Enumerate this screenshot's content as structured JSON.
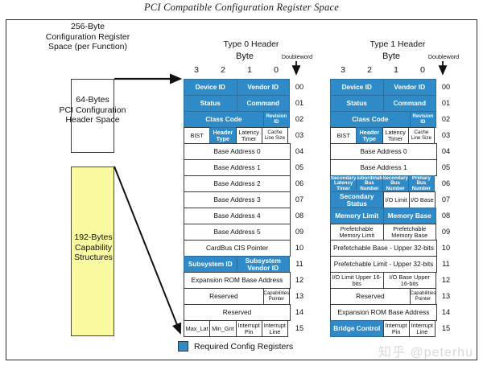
{
  "title": "PCI Compatible Configuration Register Space",
  "left_panel": {
    "caption": "256-Byte\nConfiguration Register\nSpace (per Function)",
    "header_block_label": "64-Bytes\nPCI Configuration\nHeader Space",
    "capability_block_label": "192-Bytes\nCapability\nStructures"
  },
  "legend": {
    "label": "Required Config Registers",
    "swatch_color": "#2e8bc8"
  },
  "watermark": "知乎 @peterhu",
  "colors": {
    "required_blue": "#2e8bc8",
    "capability_yellow": "#fafaa0",
    "border": "#3a3a3a"
  },
  "column_headers": {
    "byte_label": "Byte",
    "doubleword_label": "Doubleword",
    "byte_numbers": [
      "3",
      "2",
      "1",
      "0"
    ]
  },
  "doubleword_numbers": [
    "00",
    "01",
    "02",
    "03",
    "04",
    "05",
    "06",
    "07",
    "08",
    "09",
    "10",
    "11",
    "12",
    "13",
    "14",
    "15"
  ],
  "type0": {
    "title": "Type 0 Header",
    "rows": [
      {
        "dw": "00",
        "cells": [
          {
            "label": "Device ID",
            "w": "w1_2",
            "blue": true
          },
          {
            "label": "Vendor ID",
            "w": "w1_2",
            "blue": true
          }
        ]
      },
      {
        "dw": "01",
        "cells": [
          {
            "label": "Status",
            "w": "w1_2",
            "blue": true
          },
          {
            "label": "Command",
            "w": "w1_2",
            "blue": true
          }
        ]
      },
      {
        "dw": "02",
        "cells": [
          {
            "label": "Class Code",
            "w": "w3_4",
            "blue": true
          },
          {
            "label": "Revision ID",
            "w": "w1_4",
            "blue": true,
            "size": "tiny"
          }
        ]
      },
      {
        "dw": "03",
        "cells": [
          {
            "label": "BIST",
            "w": "w1_4",
            "blue": false,
            "size": "small"
          },
          {
            "label": "Header Type",
            "w": "w1_4",
            "blue": true,
            "size": "small"
          },
          {
            "label": "Latency Timer",
            "w": "w1_4",
            "blue": false,
            "size": "small"
          },
          {
            "label": "Cache Line Size",
            "w": "w1_4",
            "blue": false,
            "size": "tiny"
          }
        ]
      },
      {
        "dw": "04",
        "cells": [
          {
            "label": "Base Address 0",
            "w": "w1",
            "blue": false
          }
        ]
      },
      {
        "dw": "05",
        "cells": [
          {
            "label": "Base Address 1",
            "w": "w1",
            "blue": false
          }
        ]
      },
      {
        "dw": "06",
        "cells": [
          {
            "label": "Base Address 2",
            "w": "w1",
            "blue": false
          }
        ]
      },
      {
        "dw": "07",
        "cells": [
          {
            "label": "Base Address 3",
            "w": "w1",
            "blue": false
          }
        ]
      },
      {
        "dw": "08",
        "cells": [
          {
            "label": "Base Address 4",
            "w": "w1",
            "blue": false
          }
        ]
      },
      {
        "dw": "09",
        "cells": [
          {
            "label": "Base Address 5",
            "w": "w1",
            "blue": false
          }
        ]
      },
      {
        "dw": "10",
        "cells": [
          {
            "label": "CardBus CIS Pointer",
            "w": "w1",
            "blue": false
          }
        ]
      },
      {
        "dw": "11",
        "cells": [
          {
            "label": "Subsystem ID",
            "w": "w1_2",
            "blue": true
          },
          {
            "label": "Subsystem Vendor ID",
            "w": "w1_2",
            "blue": true
          }
        ]
      },
      {
        "dw": "12",
        "cells": [
          {
            "label": "Expansion ROM Base Address",
            "w": "w1",
            "blue": false
          }
        ]
      },
      {
        "dw": "13",
        "cells": [
          {
            "label": "Reserved",
            "w": "w3_4",
            "blue": false
          },
          {
            "label": "Capabilities Pointer",
            "w": "w1_4",
            "blue": false,
            "size": "tiny"
          }
        ]
      },
      {
        "dw": "14",
        "cells": [
          {
            "label": "Reserved",
            "w": "w1",
            "blue": false
          }
        ]
      },
      {
        "dw": "15",
        "cells": [
          {
            "label": "Max_Lat",
            "w": "w1_4",
            "blue": false,
            "size": "small"
          },
          {
            "label": "Min_Gnt",
            "w": "w1_4",
            "blue": false,
            "size": "small"
          },
          {
            "label": "Interrupt Pin",
            "w": "w1_4",
            "blue": false,
            "size": "small"
          },
          {
            "label": "Interrupt Line",
            "w": "w1_4",
            "blue": false,
            "size": "small"
          }
        ]
      }
    ]
  },
  "type1": {
    "title": "Type 1 Header",
    "rows": [
      {
        "dw": "00",
        "cells": [
          {
            "label": "Device ID",
            "w": "w1_2",
            "blue": true
          },
          {
            "label": "Vendor ID",
            "w": "w1_2",
            "blue": true
          }
        ]
      },
      {
        "dw": "01",
        "cells": [
          {
            "label": "Status",
            "w": "w1_2",
            "blue": true
          },
          {
            "label": "Command",
            "w": "w1_2",
            "blue": true
          }
        ]
      },
      {
        "dw": "02",
        "cells": [
          {
            "label": "Class Code",
            "w": "w3_4",
            "blue": true
          },
          {
            "label": "Revision ID",
            "w": "w1_4",
            "blue": true,
            "size": "tiny"
          }
        ]
      },
      {
        "dw": "03",
        "cells": [
          {
            "label": "BIST",
            "w": "w1_4",
            "blue": false,
            "size": "small"
          },
          {
            "label": "Header Type",
            "w": "w1_4",
            "blue": true,
            "size": "small"
          },
          {
            "label": "Latency Timer",
            "w": "w1_4",
            "blue": false,
            "size": "small"
          },
          {
            "label": "Cache Line Size",
            "w": "w1_4",
            "blue": false,
            "size": "tiny"
          }
        ]
      },
      {
        "dw": "04",
        "cells": [
          {
            "label": "Base Address 0",
            "w": "w1",
            "blue": false
          }
        ]
      },
      {
        "dw": "05",
        "cells": [
          {
            "label": "Base Address 1",
            "w": "w1",
            "blue": false
          }
        ]
      },
      {
        "dw": "06",
        "cells": [
          {
            "label": "Secondary Latency Timer",
            "w": "w1_4",
            "blue": true,
            "size": "tiny"
          },
          {
            "label": "Subordinate Bus Number",
            "w": "w1_4",
            "blue": true,
            "size": "tiny"
          },
          {
            "label": "Secondary Bus Number",
            "w": "w1_4",
            "blue": true,
            "size": "tiny"
          },
          {
            "label": "Primary Bus Number",
            "w": "w1_4",
            "blue": true,
            "size": "tiny"
          }
        ]
      },
      {
        "dw": "07",
        "cells": [
          {
            "label": "Secondary Status",
            "w": "w1_2",
            "blue": true
          },
          {
            "label": "I/O Limit",
            "w": "w1_4",
            "blue": false,
            "size": "small"
          },
          {
            "label": "I/O Base",
            "w": "w1_4",
            "blue": false,
            "size": "small"
          }
        ]
      },
      {
        "dw": "08",
        "cells": [
          {
            "label": "Memory Limit",
            "w": "w1_2",
            "blue": true
          },
          {
            "label": "Memory Base",
            "w": "w1_2",
            "blue": true
          }
        ]
      },
      {
        "dw": "09",
        "cells": [
          {
            "label": "Prefetchable Memory Limit",
            "w": "w1_2",
            "blue": false,
            "size": "small"
          },
          {
            "label": "Prefetchable Memory Base",
            "w": "w1_2",
            "blue": false,
            "size": "small"
          }
        ]
      },
      {
        "dw": "10",
        "cells": [
          {
            "label": "Prefetchable Base - Upper 32-bits",
            "w": "w1",
            "blue": false
          }
        ]
      },
      {
        "dw": "11",
        "cells": [
          {
            "label": "Prefetchable Limit - Upper 32-bits",
            "w": "w1",
            "blue": false
          }
        ]
      },
      {
        "dw": "12",
        "cells": [
          {
            "label": "I/O Limit Upper 16-bits",
            "w": "w1_2",
            "blue": false,
            "size": "small"
          },
          {
            "label": "I/O Base Upper 16-bits",
            "w": "w1_2",
            "blue": false,
            "size": "small"
          }
        ]
      },
      {
        "dw": "13",
        "cells": [
          {
            "label": "Reserved",
            "w": "w3_4",
            "blue": false
          },
          {
            "label": "Capabilities Pointer",
            "w": "w1_4",
            "blue": false,
            "size": "tiny"
          }
        ]
      },
      {
        "dw": "14",
        "cells": [
          {
            "label": "Expansion ROM Base Address",
            "w": "w1",
            "blue": false
          }
        ]
      },
      {
        "dw": "15",
        "cells": [
          {
            "label": "Bridge Control",
            "w": "w1_2",
            "blue": true
          },
          {
            "label": "Interrupt Pin",
            "w": "w1_4",
            "blue": false,
            "size": "small"
          },
          {
            "label": "Interrupt Line",
            "w": "w1_4",
            "blue": false,
            "size": "small"
          }
        ]
      }
    ]
  }
}
